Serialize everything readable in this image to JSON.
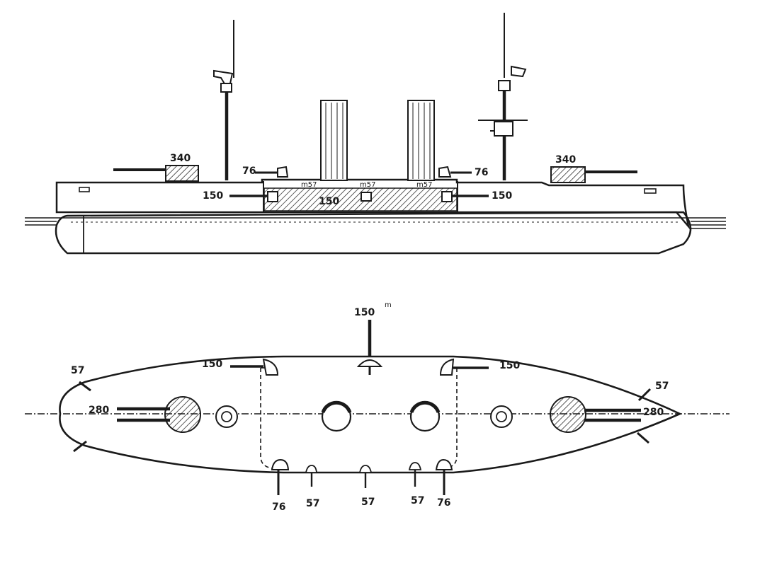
{
  "side_view": {
    "labels": {
      "fwd_turret": "340",
      "aft_turret": "340",
      "fwd_76": "76",
      "aft_76": "76",
      "fwd_150": "150",
      "aft_150": "150",
      "battery_150": "150",
      "small_57_a": "m57",
      "small_57_b": "m57",
      "small_57_c": "m57"
    }
  },
  "plan_view": {
    "labels": {
      "top_150": "150",
      "top_150_mark": "m",
      "port_150": "150",
      "stbd_150": "150",
      "bow_57": "57",
      "stern_57": "57",
      "fwd_280": "280",
      "aft_280": "280",
      "bottom_76_a": "76",
      "bottom_57_a": "57",
      "bottom_57_b": "57",
      "bottom_57_c": "57",
      "bottom_76_b": "76"
    }
  },
  "colors": {
    "ink": "#1a1a1a",
    "paper": "#ffffff"
  }
}
